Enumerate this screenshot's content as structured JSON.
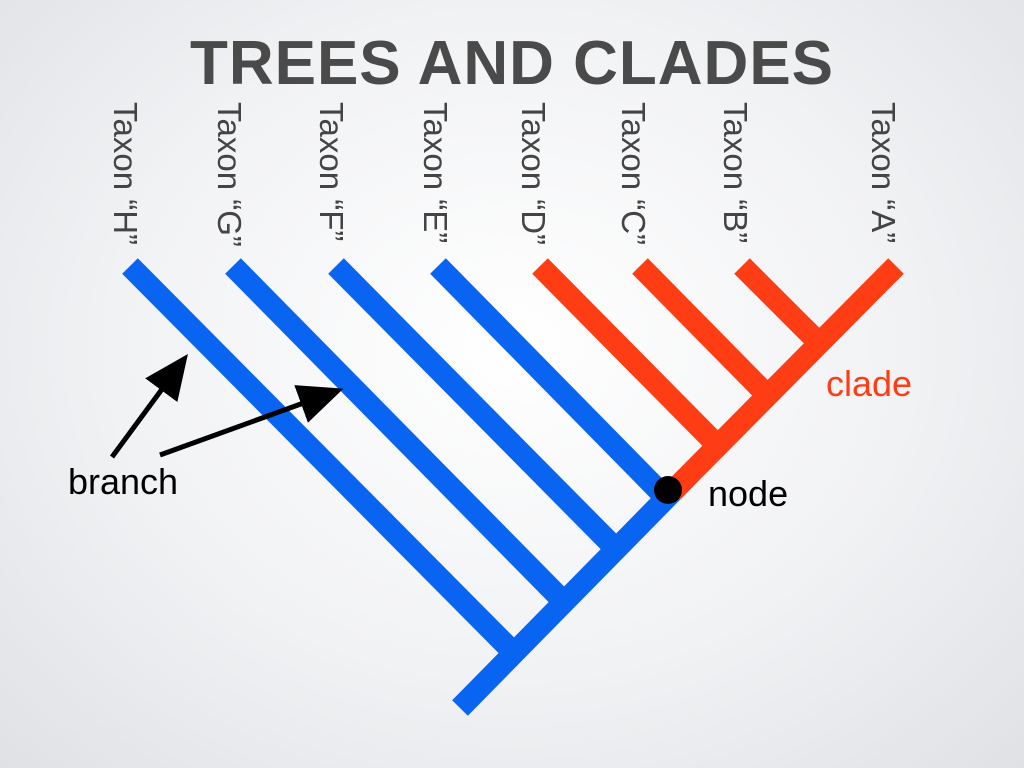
{
  "title": "TREES AND CLADES",
  "taxa": [
    "Taxon “A”",
    "Taxon “B”",
    "Taxon “C”",
    "Taxon “D”",
    "Taxon “E”",
    "Taxon “F”",
    "Taxon “G”",
    "Taxon “H”"
  ],
  "labels": {
    "clade": "clade",
    "node": "node",
    "branch": "branch"
  },
  "colors": {
    "clade": "#ff3d14",
    "outgroup": "#0a64f2",
    "title": "#4a4a4a",
    "arrow": "#000000",
    "node": "#000000"
  }
}
